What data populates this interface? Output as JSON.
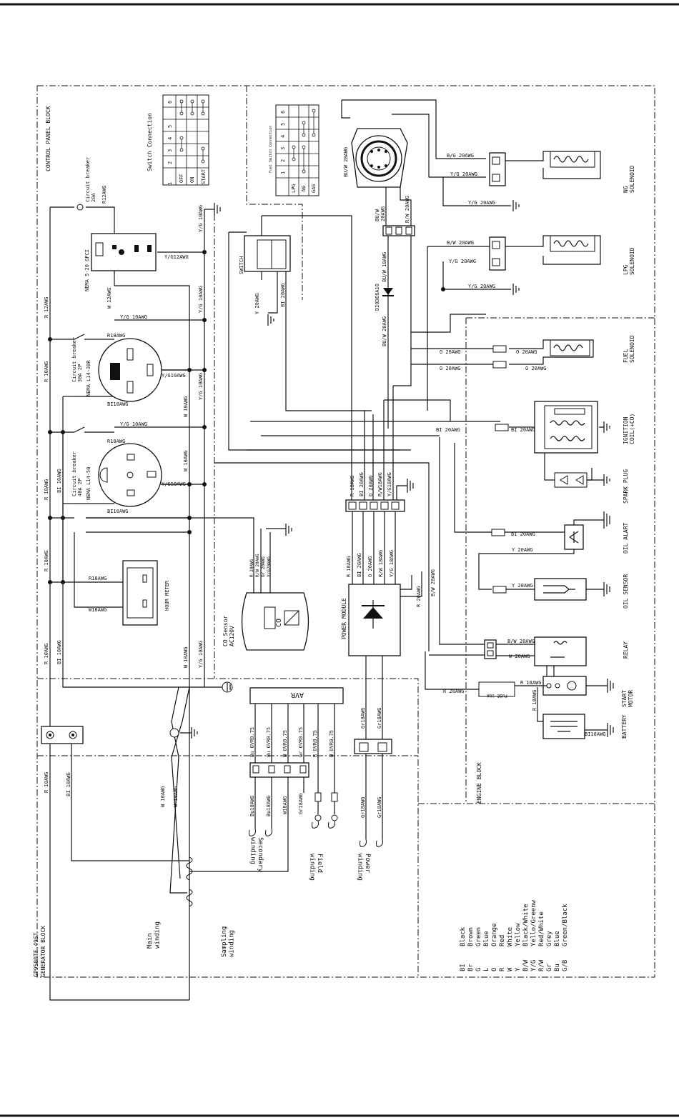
{
  "model": "GP9500TF 49ST",
  "blocks": {
    "control_panel": "CONTROL PANEL BLOCK",
    "generator": "GENERATOR BLOCK",
    "engine": "ENGINE BLOCK"
  },
  "switch_connection": {
    "title": "Switch Connection",
    "cols": [
      "1",
      "2",
      "3",
      "4",
      "5",
      "6"
    ],
    "rows": [
      "OFF",
      "ON",
      "START"
    ]
  },
  "fuel_switch_connection": {
    "title": "Fuel Switch Connection",
    "cols": [
      "1",
      "2",
      "3",
      "4",
      "5",
      "6"
    ],
    "rows": [
      "LPG",
      "NG",
      "GAS"
    ]
  },
  "control_panel": {
    "cb_20a": "Circuit breaker\n20A",
    "r12awg": "R12AWG",
    "gfci": "NEMA 5-20 GFCI",
    "w12awg": "W 12AWG",
    "yg12awg": "Y/G12AWG",
    "yg10awg_a": "Y/G 10AWG",
    "yg10awg_b": "Y/G 10AWG",
    "yg10awg_c": "Y/G 10AWG",
    "r12awg_left": "R 12AWG",
    "cb_30a": "Circuit breaker\n30A 2P",
    "nema_l14_30r": "NEMA L14-30R",
    "r10awg_1": "R10AWG",
    "bi10awg_1": "BI10AWG",
    "w10awg_1": "W 10AWG",
    "yg10awg_1": "Y/G10AWG",
    "yg10awg_top1": "Y/G 10AWG",
    "cb_40a": "Circuit breaker\n40A 2P",
    "nema_l14_50": "NEMA L14-50",
    "r10awg_2": "R10AWG",
    "bi10awg_2": "BI10AWG",
    "w10awg_2": "W 10AWG",
    "yg10awg_2": "Y/G10AWG",
    "yg10awg_top2": "Y/G 10AWG",
    "r10awg_left_a": "R 10AWG",
    "r10awg_left_b": "R 10AWG",
    "r10awg_left_c": "R 10AWG",
    "bi10awg_left_a": "BI 10AWG",
    "hour_meter": "HOUR METER",
    "r18awg_hm": "R18AWG",
    "w18awg_hm": "W18AWG",
    "switch": "SWITCH",
    "y20awg_sw": "Y 20AWG",
    "bi20awg_sw": "BI 20AWG",
    "co_sensor": "CO Sensor\nAC120V",
    "co": "CO",
    "co_wires": [
      "R 20AWG",
      "R/W 20AWG",
      "Gr 20AWG",
      "Y/G20AWG"
    ],
    "w10awg_bottom": "W 10AWG",
    "yg10awg_bottom": "Y/G 10AWG",
    "r10awg_bottom": "R 10AWG",
    "bi10awg_bottom": "BI 10AWG"
  },
  "fuel_valve": {
    "buw20awg": "BU/W 20AWG",
    "buw20awg_2": "BU/W\n20AWG",
    "rw20awg": "R/W 20AWG",
    "buw18awg": "BU/W 18AWG",
    "diode": "DIODE6A10",
    "buw20awg_3": "BU/W 20AWG"
  },
  "right_side": {
    "ng_solenoid": "NG\nSOLENOID",
    "lpg_solenoid": "LPG\nSOLENOID",
    "fuel_solenoid": "FUEL\nSOLENOID",
    "ignition_coil": "IGNITION\nCOIL(+CO)",
    "spark_plug": "SPARK PLUG",
    "oil_alart": "OIL ALART",
    "oil_sensor": "OIL SENSOR",
    "relay": "RELAY",
    "start_motor": "START\nMOTOR",
    "battery": "BATTERY",
    "bg20awg": "B/G 20AWG",
    "yg20awg_ng": "Y/G 20AWG",
    "yg20awg_ng2": "Y/G 20AWG",
    "bw20awg_lpg": "B/W 20AWG",
    "yg20awg_lpg": "Y/G 20AWG",
    "yg20awg_lpg2": "Y/G 20AWG",
    "o20awg_a": "O 20AWG",
    "o20awg_b": "O 20AWG",
    "o20awg_c": "O 20AWG",
    "o20awg_d": "O 20AWG",
    "bi20awg_ic": "BI 20AWG",
    "bi20awg_ic2": "BI 20AWG",
    "bi20awg_oa": "BI 20AWG",
    "y20awg_oa": "Y 20AWG",
    "y20awg_os": "Y 20AWG",
    "bw20awg_relay": "B/W 20AWG",
    "w20awg_relay": "W 20AWG",
    "r18awg_motor": "R 18AWG",
    "r20awg_fuse": "R 20AWG",
    "fuse": "FUSE 10A",
    "r18awg_bat": "R 18AWG",
    "bi18awg_bat": "BI18AWG"
  },
  "power_module": {
    "title": "POWER MODULE",
    "connector_top": [
      "R 18AWG",
      "BI 20AWG",
      "O 20AWG",
      "R/W18AWG",
      "Y/G18AWG"
    ],
    "inputs": [
      "R 18AWG",
      "BI 20AWG",
      "O 20AWG",
      "R/W 18AWG",
      "Y/G 18AWG"
    ],
    "r20awg": "R 20AWG",
    "bw20awg": "B/W 20AWG",
    "gr18awg_a": "Gr18AWG",
    "gr18awg_b": "Gr18AWG",
    "gr18awg_c": "Gr18AWG",
    "gr18awg_d": "Gr18AWG"
  },
  "avr": {
    "title": "AVR",
    "wires": [
      "Bu OVR0.75",
      "Bu OVR0.75",
      "W OVR0.75",
      "Gr OVR0.75",
      "R OVR0.75",
      "W OVR0.75"
    ],
    "lower": [
      "Bu18AWG",
      "Bu18AWG",
      "W18AWG",
      "Gr18AWG"
    ]
  },
  "generator": {
    "w10awg_a": "W 10AWG",
    "w10awg_b": "W 10AWG",
    "r10awg": "R 10AWG",
    "bi10awg": "BI 10AWG",
    "secondary": "Secondary\nwinding",
    "field": "Field\nwinding",
    "power": "Power\nwinding",
    "main": "Main\nwinding",
    "sampling": "Sampling\nwinding"
  },
  "legend": [
    {
      "code": "BI",
      "color": "Black"
    },
    {
      "code": "Br",
      "color": "Brown"
    },
    {
      "code": "G",
      "color": "Green"
    },
    {
      "code": "L",
      "color": "Blue"
    },
    {
      "code": "O",
      "color": "Orange"
    },
    {
      "code": "R",
      "color": "Red"
    },
    {
      "code": "W",
      "color": "White"
    },
    {
      "code": "Y",
      "color": "Yellow"
    },
    {
      "code": "B/W",
      "color": "Black/White"
    },
    {
      "code": "Y/G",
      "color": "Yello/Greenw"
    },
    {
      "code": "R/W",
      "color": "Red/White"
    },
    {
      "code": "Gr",
      "color": "Grey"
    },
    {
      "code": "Bu",
      "color": "Blue"
    },
    {
      "code": "G/B",
      "color": "Green/Black"
    }
  ]
}
